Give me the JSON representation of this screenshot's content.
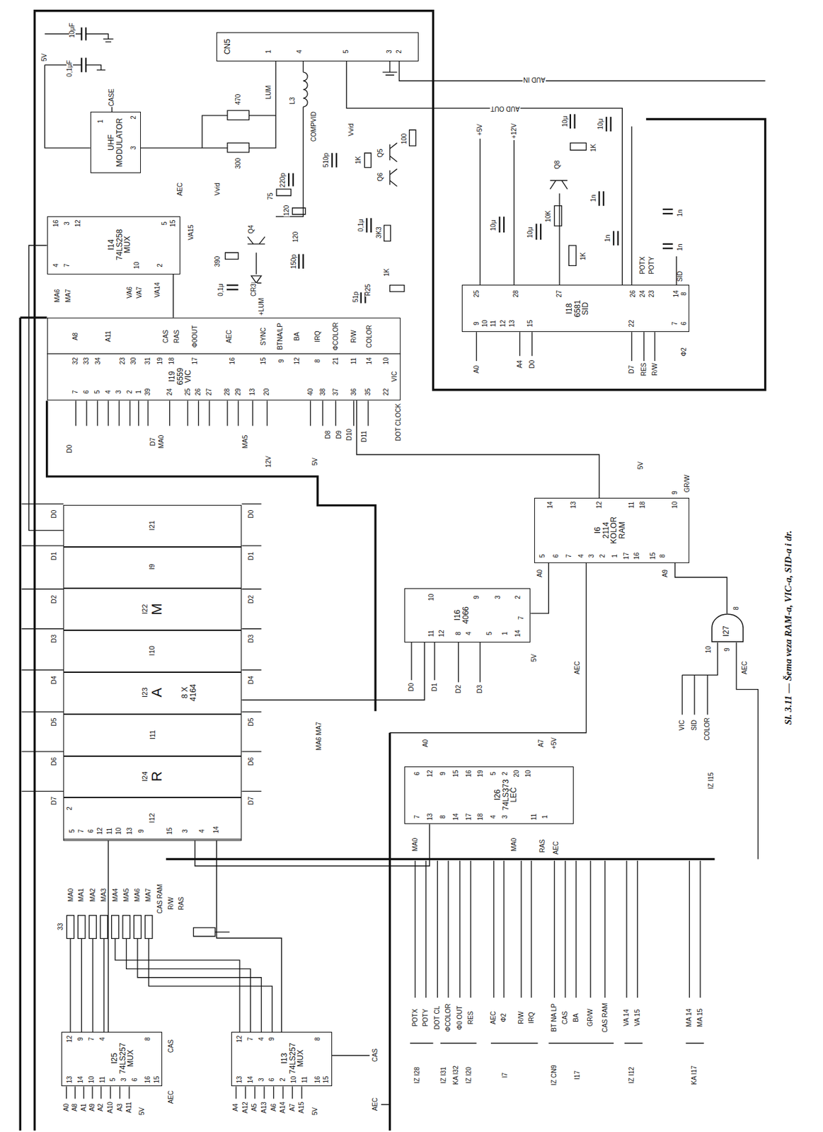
{
  "diagram": {
    "caption": "Sl. 3.11 — Šema veza RAM-a, VIC-a, SID-a i dr.",
    "nodes": [
      {
        "text": [
          "UHF MODULATOR"
        ]
      },
      {
        "text": [
          "CN5"
        ]
      },
      {
        "text": [
          "I14 74LS258",
          "MUX"
        ]
      },
      {
        "text": [
          "I19",
          "6559",
          "VIC"
        ]
      },
      {
        "text": [
          "I18",
          "6581",
          "SID"
        ]
      },
      {
        "text": [
          "8 X 4164"
        ]
      },
      {
        "text": [
          "I21"
        ],
        "in": 5
      },
      {
        "text": [
          "I9"
        ],
        "in": 5
      },
      {
        "text": [
          "I22",
          "M"
        ],
        "in": 5
      },
      {
        "text": [
          "I10"
        ],
        "in": 5
      },
      {
        "text": [
          "I23",
          "A"
        ],
        "in": 5
      },
      {
        "text": [
          "I11"
        ],
        "in": 5
      },
      {
        "text": [
          "I24",
          "R"
        ],
        "in": 5
      },
      {
        "text": [
          "I12"
        ],
        "in": 5
      },
      {
        "text": [
          "I16",
          "4066"
        ]
      },
      {
        "text": [
          "I6",
          "2114",
          "KOLOR",
          "RAM"
        ]
      },
      {
        "text": [
          "I26",
          "74LS373",
          "LEČ"
        ]
      },
      {
        "text": [
          "I27"
        ]
      },
      {
        "text": [
          "I25",
          "74LS257",
          "MUX"
        ]
      },
      {
        "text": [
          "I13",
          "74LS257",
          "MUX"
        ]
      }
    ],
    "edges": [
      {
        "from": 3,
        "to": 2,
        "arrow": "none"
      },
      {
        "from": 1,
        "to": 4,
        "label": "AUD OUT",
        "arrow": "none"
      },
      {
        "from": 2,
        "to": 5,
        "arrow": "none"
      },
      {
        "from": 18,
        "to": 5,
        "arrow": "none"
      },
      {
        "from": 19,
        "to": 5,
        "arrow": "none"
      },
      {
        "from": 5,
        "to": 14,
        "arrow": "none"
      },
      {
        "from": 14,
        "to": 15,
        "arrow": "none"
      },
      {
        "from": 17,
        "to": 15,
        "arrow": "none"
      },
      {
        "from": 3,
        "to": 15,
        "arrow": "none"
      },
      {
        "from": 16,
        "to": 5,
        "arrow": "none"
      }
    ],
    "labels": [
      "5V",
      "10μF",
      "0,1μF",
      "CASE",
      "1",
      "2",
      "3",
      "470",
      "300",
      "LUM",
      "L3",
      "COMPVID",
      "Vvid",
      "Q5",
      "100",
      "1K",
      "Q6",
      "510p",
      "220p",
      "75",
      "120",
      "120",
      "Q4",
      "Vvid",
      "AEC",
      "390",
      "0,1μ",
      "CR3",
      "150p",
      "+LUM",
      "0,1μ",
      "3K3",
      "R25",
      "1K",
      "51p",
      "1",
      "4",
      "5",
      "3",
      "2",
      "AUD IN",
      "16",
      "3",
      "12",
      "4",
      "7",
      "10",
      "2",
      "5",
      "15",
      "VA15",
      "VA14",
      "VA6",
      "VA7",
      "MA6",
      "MA7",
      "A8",
      "A11",
      "CAS",
      "RAS",
      "Φ0OUT",
      "AEC",
      "SYNC",
      "BTNA/LP",
      "BA",
      "IRQ",
      "ΦCOLOR",
      "R/W",
      "COLOR",
      "32",
      "33",
      "34",
      "23",
      "30",
      "31",
      "19",
      "18",
      "17",
      "16",
      "15",
      "9",
      "12",
      "8",
      "21",
      "11",
      "14",
      "10",
      "VIC",
      "7",
      "6",
      "5",
      "4",
      "3",
      "2",
      "1",
      "39",
      "24",
      "25",
      "26",
      "27",
      "28",
      "29",
      "13",
      "20",
      "40",
      "38",
      "37",
      "36",
      "35",
      "22",
      "D0",
      "D7",
      "MA0",
      "MA5",
      "12V",
      "5V",
      "D8",
      "D9",
      "D10",
      "D11",
      "DOT CLOCK",
      "+5V",
      "+12V",
      "25",
      "28",
      "27",
      "26",
      "24",
      "23",
      "14",
      "8",
      "9",
      "10",
      "11",
      "12",
      "13",
      "15",
      "22",
      "7",
      "6",
      "A0",
      "A4",
      "D0",
      "D7",
      "RES",
      "R/W",
      "SID",
      "Φ2",
      "POTX",
      "POTY",
      "10μ",
      "10μ",
      "10K",
      "1K",
      "1K",
      "1n",
      "1n",
      "Q8",
      "10μ",
      "10μ",
      "1n",
      "1n",
      "D0",
      "D1",
      "D2",
      "D3",
      "D4",
      "D5",
      "D6",
      "D7",
      "D0",
      "D1",
      "D2",
      "D3",
      "D4",
      "D5",
      "D6",
      "D7",
      "2",
      "5",
      "7",
      "6",
      "12",
      "11",
      "10",
      "13",
      "9",
      "15",
      "3",
      "4",
      "14",
      "MA0",
      "MA1",
      "MA2",
      "MA3",
      "MA4",
      "MA5",
      "MA6",
      "MA7",
      "CAS RAM",
      "R/W",
      "RAS",
      "33",
      "MA6 MA7",
      "10",
      "9",
      "3",
      "2",
      "7",
      "11",
      "12",
      "8",
      "4",
      "5",
      "1",
      "14",
      "5V",
      "D0",
      "D1",
      "D2",
      "D3",
      "AEC",
      "14",
      "13",
      "12",
      "11",
      "18",
      "10",
      "9",
      "5",
      "6",
      "7",
      "4",
      "3",
      "2",
      "1",
      "17",
      "16",
      "15",
      "8",
      "5V",
      "GR/W",
      "A0",
      "A9",
      "8",
      "10",
      "9",
      "AEC",
      "VIC",
      "SID",
      "COLOR",
      "IZ I15",
      "A0",
      "A7",
      "+5V",
      "6",
      "12",
      "9",
      "15",
      "16",
      "19",
      "5",
      "2",
      "20",
      "10",
      "7",
      "13",
      "8",
      "14",
      "17",
      "18",
      "4",
      "3",
      "11",
      "1",
      "MA0",
      "MA0",
      "RAS",
      "AEC",
      "12",
      "9",
      "7",
      "4",
      "8",
      "13",
      "14",
      "10",
      "11",
      "5",
      "3",
      "6",
      "16",
      "15",
      "A0",
      "A8",
      "A1",
      "A9",
      "A2",
      "A10",
      "A3",
      "A11",
      "5V",
      "CAS",
      "AEC",
      "12",
      "7",
      "4",
      "9",
      "8",
      "13",
      "14",
      "3",
      "6",
      "2",
      "10",
      "11",
      "16",
      "15",
      "A4",
      "A12",
      "A5",
      "A13",
      "A6",
      "A14",
      "A7",
      "A15",
      "5V",
      "CAS",
      "AEC",
      "POTX",
      "POTY",
      "DOT CL",
      "ΦCOLOR",
      "Φ0 OUT",
      "RES",
      "AEC",
      "Φ2",
      "R/W",
      "IRQ",
      "BT NA LP",
      "CAS",
      "BA",
      "GR/W",
      "CAS RAM",
      "VA 14",
      "VA 15",
      "MA 14",
      "MA 15",
      "IZ I28",
      "IZ I31",
      "KA I32",
      "IZ I20",
      "I7",
      "IZ CN9",
      "I17",
      "IZ I12",
      "KA I17"
    ]
  }
}
